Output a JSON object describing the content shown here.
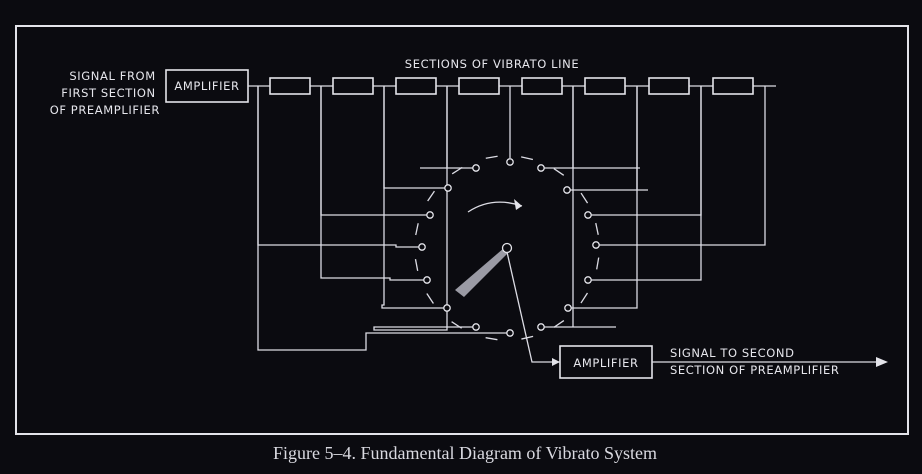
{
  "labels": {
    "input_signal": [
      "SIGNAL FROM",
      "FIRST SECTION",
      "OF PREAMPLIFIER"
    ],
    "amplifier_in": "AMPLIFIER",
    "vibrato_line": "SECTIONS OF VIBRATO LINE",
    "amplifier_out": "AMPLIFIER",
    "output_signal": [
      "SIGNAL TO SECOND",
      "SECTION OF PREAMPLIFIER"
    ]
  },
  "caption": "Figure 5–4.  Fundamental Diagram of Vibrato System",
  "colors": {
    "background": "#0b0b10",
    "line": "#e4e4ea",
    "wiper": "#9a9aa4"
  }
}
